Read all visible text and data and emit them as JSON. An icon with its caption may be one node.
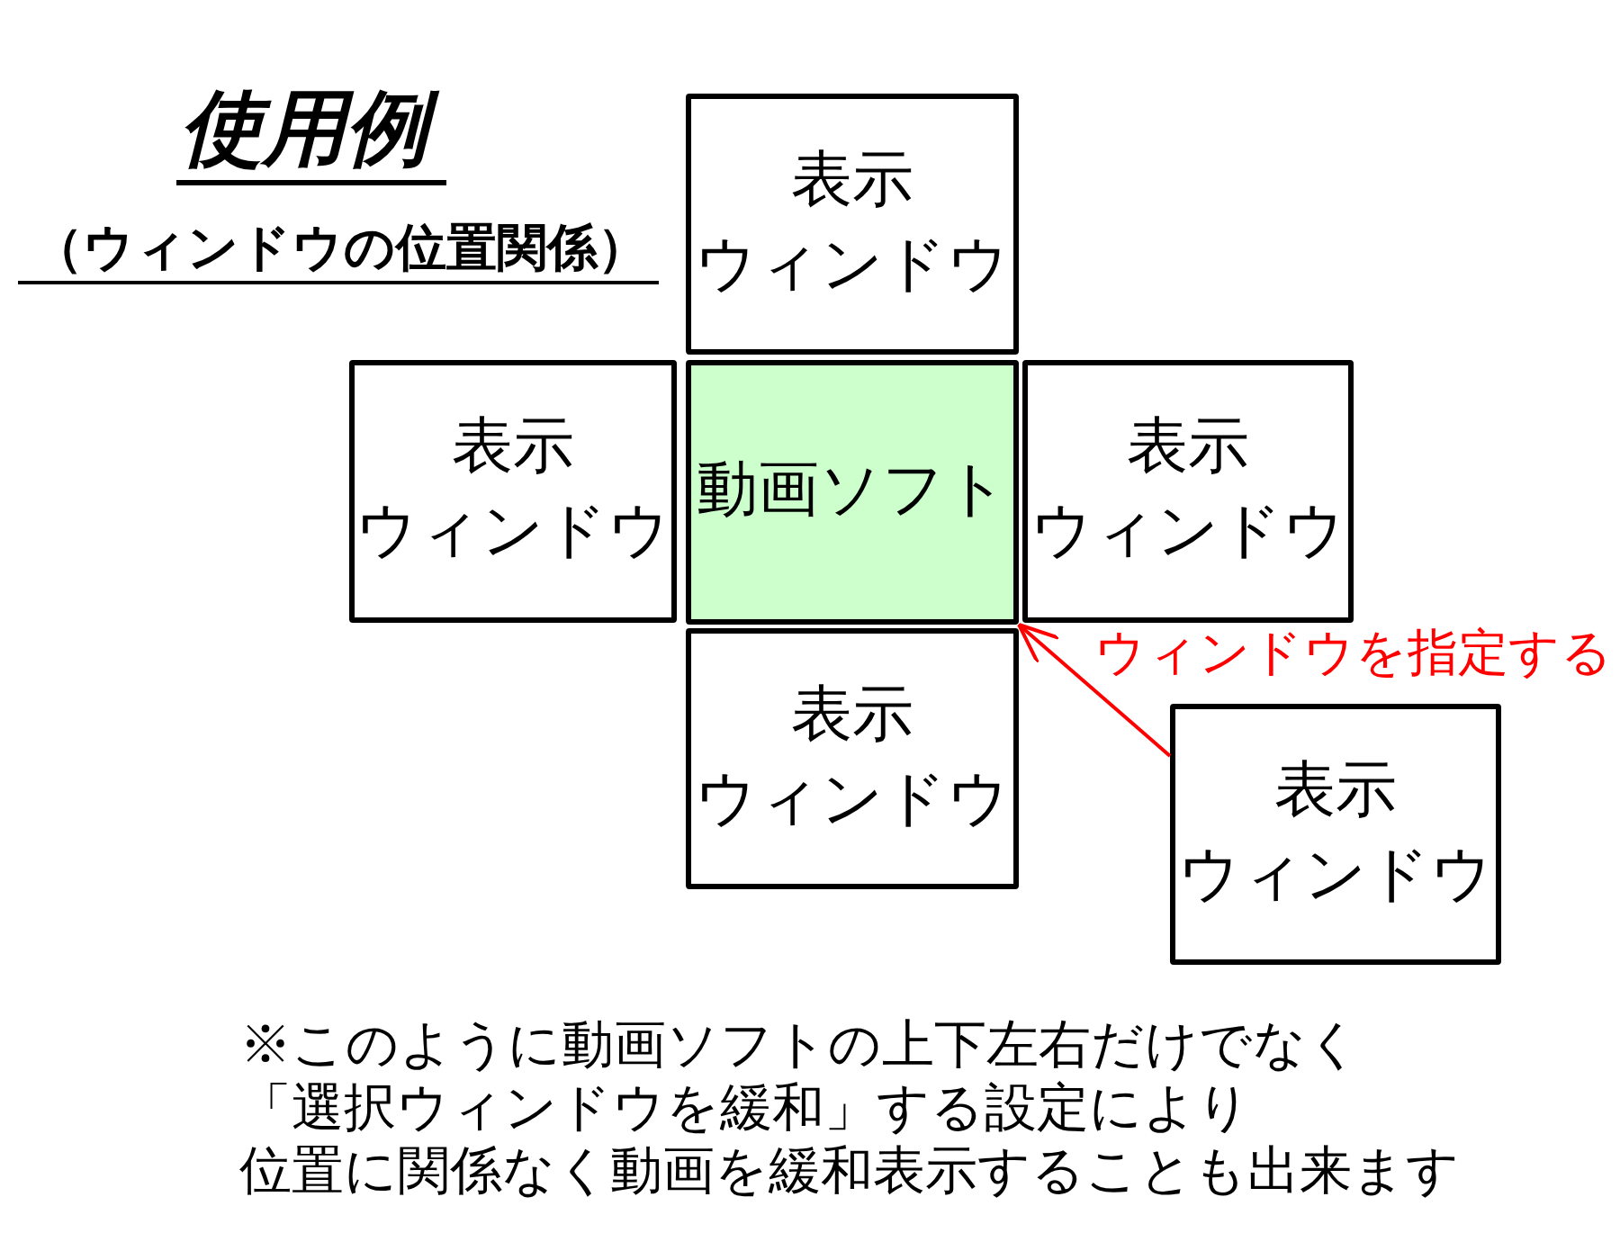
{
  "diagram": {
    "title": "使用例",
    "nodes": [
      {
        "text": [
          "表示ウィンドウ"
        ]
      },
      {
        "text": [
          "表示ウィンドウ"
        ]
      },
      {
        "text": [
          "動画ソフト"
        ]
      },
      {
        "text": [
          "表示ウィンドウ"
        ]
      },
      {
        "text": [
          "表示ウィンドウ"
        ]
      },
      {
        "text": [
          "表示ウィンドウ"
        ]
      }
    ],
    "edges": [
      {
        "from": 5,
        "to": 2,
        "arrow": "to",
        "label": "ウィンドウを指定する",
        "color": "#ff0000"
      }
    ],
    "labels": [
      "（ウィンドウの位置関係）",
      "※このように動画ソフトの上下左右だけでなく",
      "「選択ウィンドウを緩和」する設定により",
      "位置に関係なく動画を緩和表示することも出来ます"
    ]
  }
}
